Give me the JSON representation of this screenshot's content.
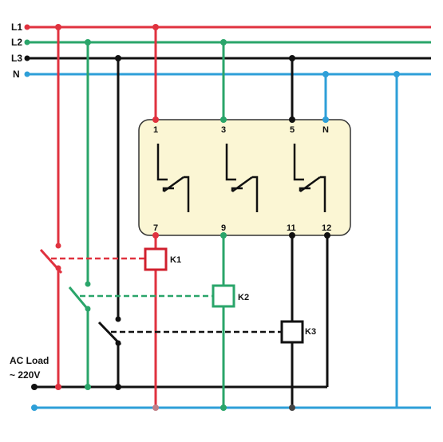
{
  "bus_labels": {
    "l1": "L1",
    "l2": "L2",
    "l3": "L3",
    "n": "N"
  },
  "relay_terminals": {
    "t1": "1",
    "t3": "3",
    "t5": "5",
    "tn": "N",
    "t7": "7",
    "t9": "9",
    "t11": "11",
    "t12": "12"
  },
  "coils": {
    "k1": "K1",
    "k2": "K2",
    "k3": "K3"
  },
  "load": {
    "line1": "AC Load",
    "line2": "~ 220V"
  },
  "colors": {
    "l1": "#e0323f",
    "l2": "#2aa56a",
    "l3": "#111111",
    "n": "#2e9fd8",
    "relay_fill": "#fbf6d4",
    "relay_border": "#333333"
  }
}
